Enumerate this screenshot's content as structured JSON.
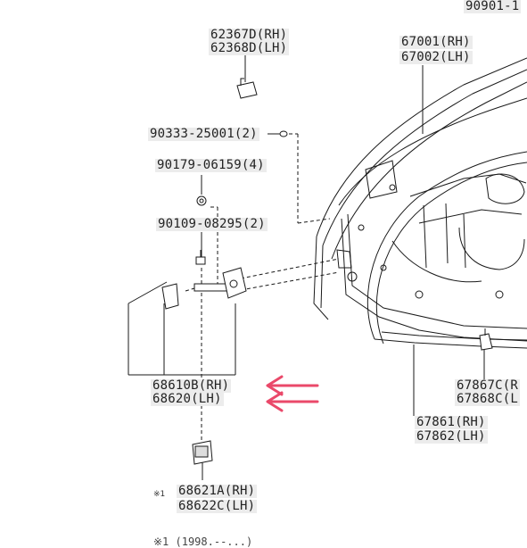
{
  "labels": {
    "top_right_code": "90901-1",
    "bracket_rh": "62367D(RH)",
    "bracket_lh": "62368D(LH)",
    "door_panel_rh": "67001(RH)",
    "door_panel_lh": "67002(LH)",
    "bolt_90333": "90333-25001(2)",
    "bolt_90179": "90179-06159(4)",
    "bolt_90109": "90109-08295(2)",
    "checker_rh": "68610B(RH)",
    "checker_lh": "68620(LH)",
    "clip_rh": "67867C(R",
    "clip_lh": "67868C(L",
    "weatherstrip_rh": "67861(RH)",
    "weatherstrip_lh": "67862(LH)",
    "hinge_rh": "68621A(RH)",
    "hinge_lh": "68622C(LH)",
    "footnote_mark": "※1",
    "footnote_text": "※1 (1998.--...)"
  },
  "colors": {
    "line": "#1a1a1a",
    "label_bg": "#ececec",
    "arrow": "#e8365a"
  },
  "icons": [
    "bracket-part-icon",
    "hinge-part-icon",
    "clip-part-icon",
    "red-arrow-icon"
  ]
}
